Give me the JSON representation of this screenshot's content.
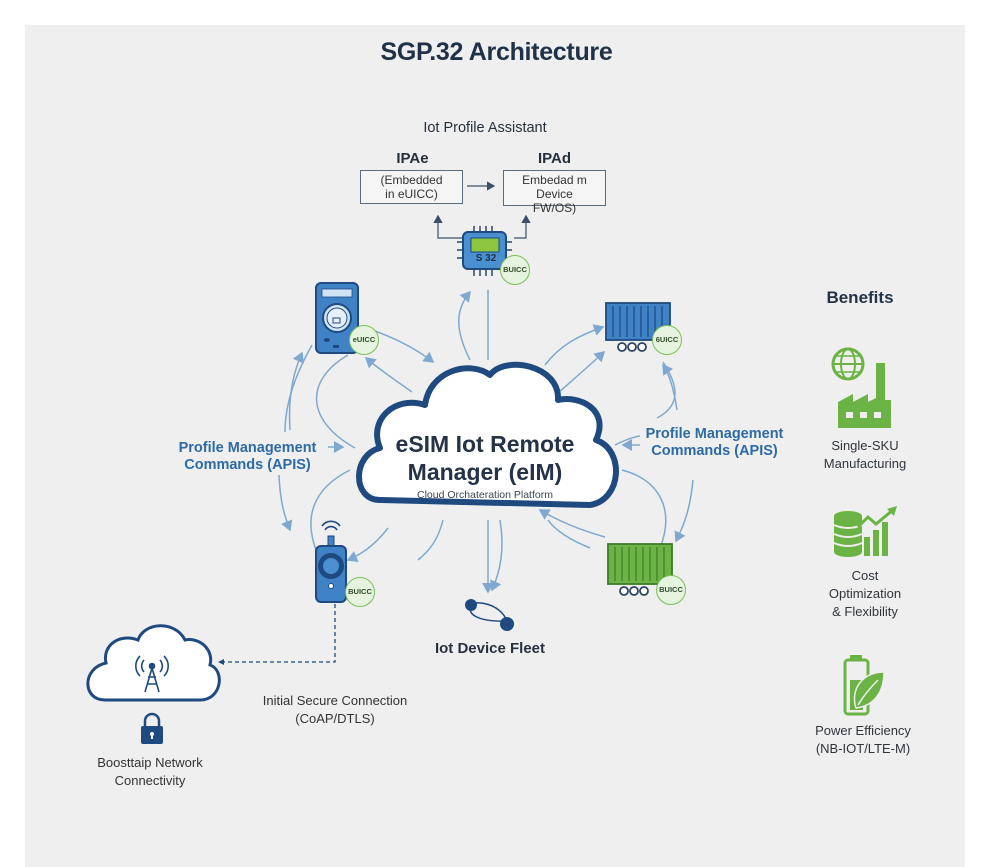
{
  "title": "SGP.32 Architecture",
  "ipa": {
    "section_title": "Iot Profile Assistant",
    "ipae": {
      "label": "IPAe",
      "line1": "(Embedded",
      "line2": "in eUICC)"
    },
    "ipad": {
      "label": "IPAd",
      "line1": "Embedad m Device",
      "line2": "FW/OS)"
    },
    "chip_text": "S 32",
    "chip_badge": "BUICC"
  },
  "center": {
    "title_line1": "eSIM Iot Remote",
    "title_line2": "Manager (eIM)",
    "subtitle": "Cloud Orchateration Platform"
  },
  "devices": {
    "meter_badge": "eUICC",
    "tracker_badge": "BUICC",
    "container_blue_badge": "6UICC",
    "container_green_badge": "BUICC"
  },
  "labels": {
    "pm_left_line1": "Profile Management",
    "pm_left_line2": "Commands (APIS)",
    "pm_right_line1": "Profile Management",
    "pm_right_line2": "Commands (APIS)",
    "fleet": "Iot Device Fleet",
    "secure_line1": "Initial Secure Connection",
    "secure_line2": "(CoAP/DTLS)",
    "bootstrap_line1": "Boosttaip Network",
    "bootstrap_line2": "Connectivity"
  },
  "benefits": {
    "title": "Benefits",
    "items": [
      {
        "icon": "globe-factory-icon",
        "line1": "Single-SKU",
        "line2": "Manufacturing",
        "line3": ""
      },
      {
        "icon": "coins-chart-icon",
        "line1": "Cost",
        "line2": "Optimization",
        "line3": "& Flexibility"
      },
      {
        "icon": "battery-leaf-icon",
        "line1": "Power Efficiency",
        "line2": "(NB-IOT/LTE-M)",
        "line3": ""
      }
    ]
  },
  "colors": {
    "navy": "#1f4a7f",
    "device_blue": "#3f82c6",
    "arrow_blue": "#7fa8d0",
    "benefit_green": "#6bb344",
    "panel_bg": "#efefef"
  }
}
